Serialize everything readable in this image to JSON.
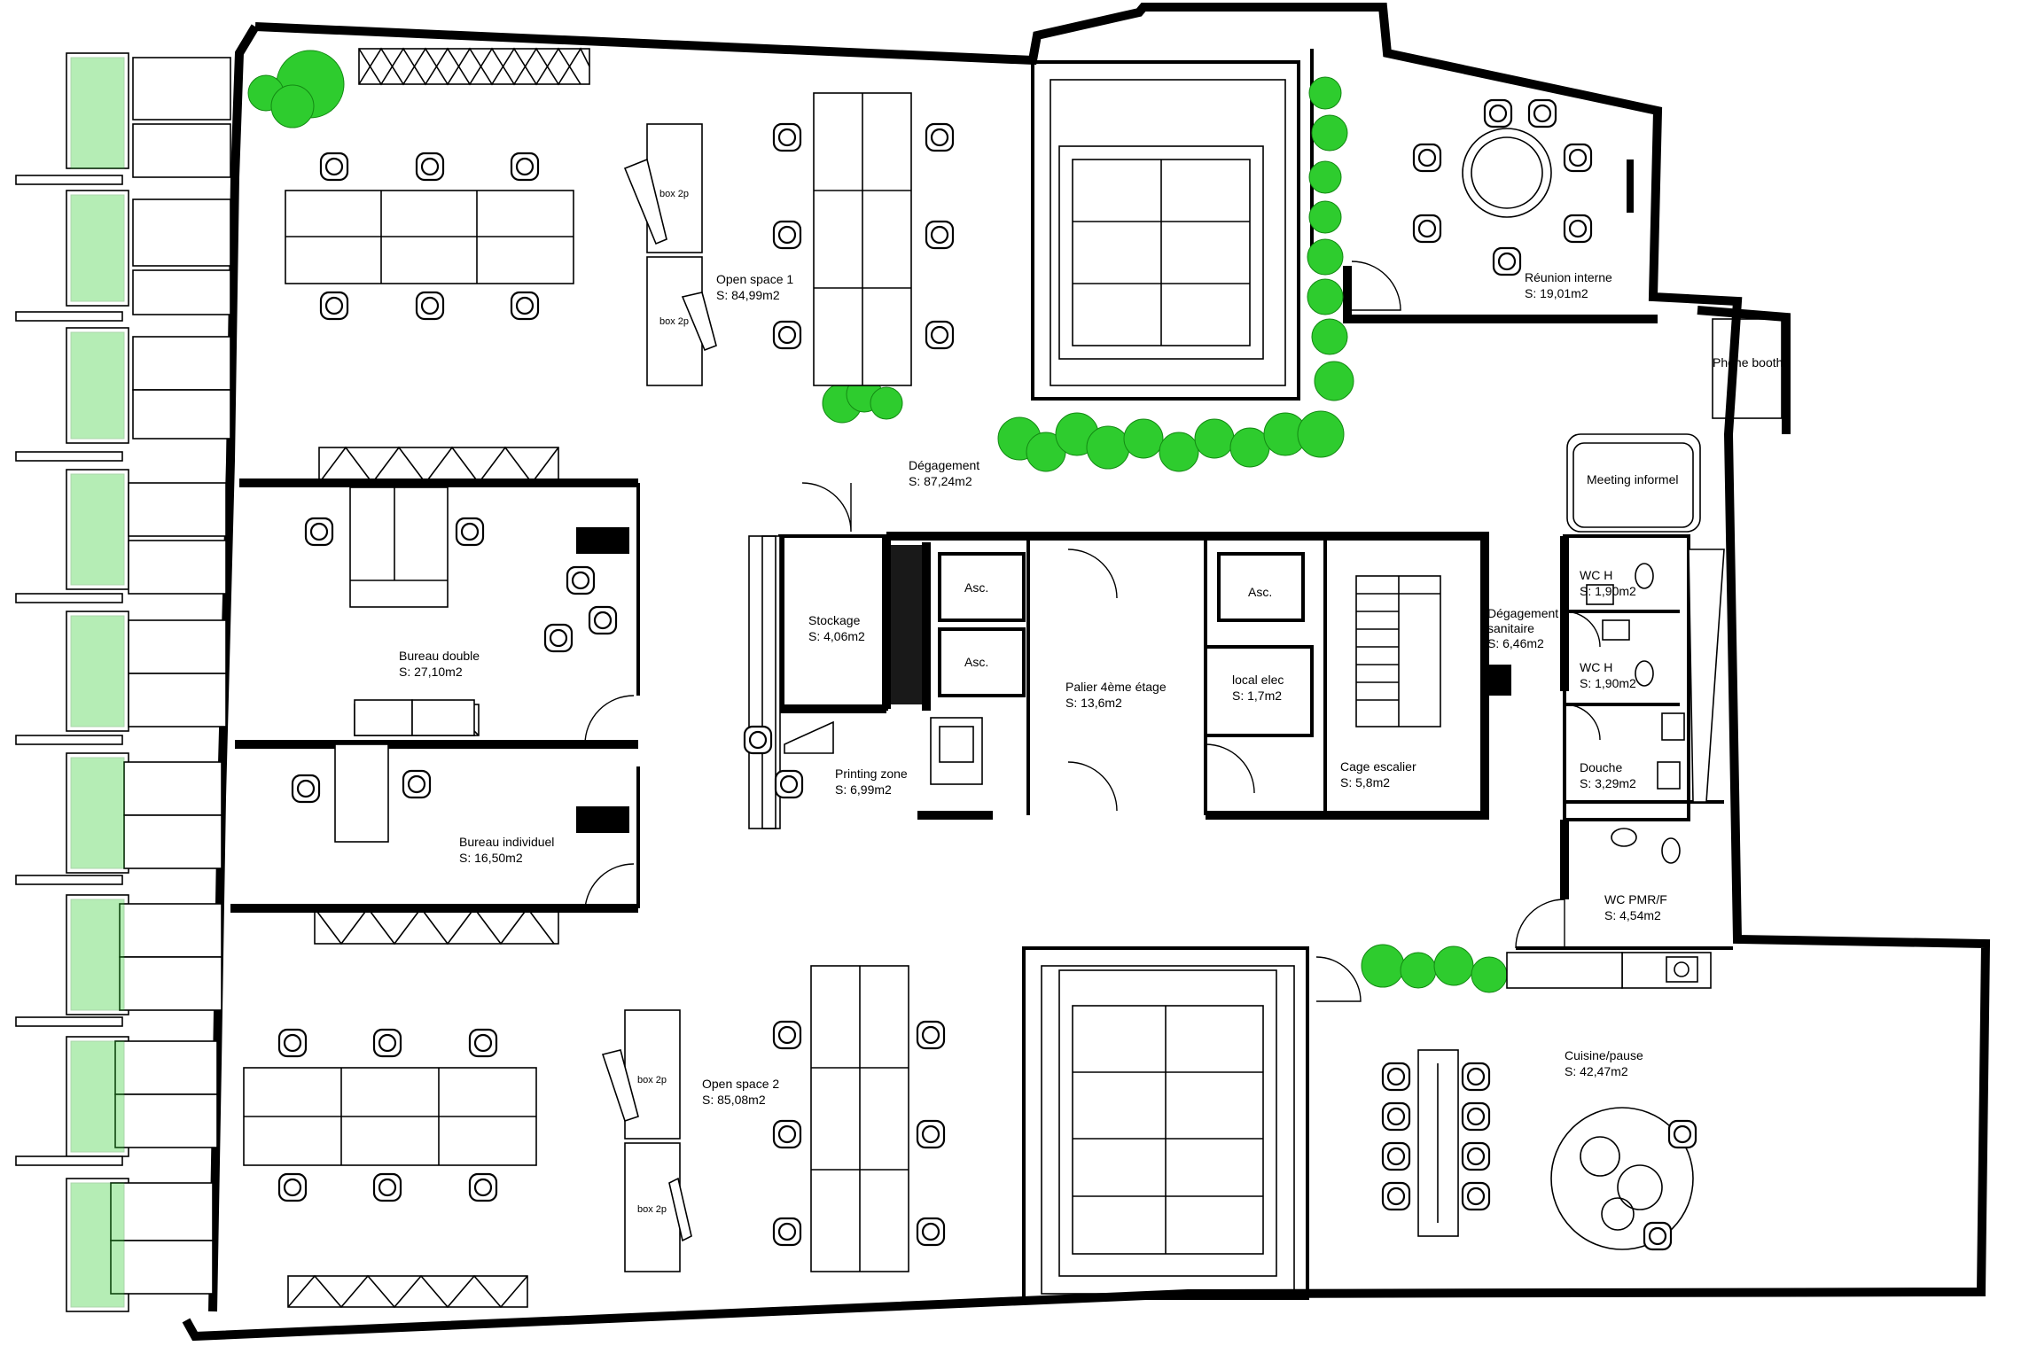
{
  "rooms": {
    "open_space_1": {
      "name": "Open space 1",
      "area": "S: 84,99m2"
    },
    "open_space_2": {
      "name": "Open space 2",
      "area": "S: 85,08m2"
    },
    "degagement": {
      "name": "Dégagement",
      "area": "S: 87,24m2"
    },
    "reunion": {
      "name": "Réunion interne",
      "area": "S: 19,01m2"
    },
    "phone_booth": {
      "name": "Phone booth"
    },
    "meeting_informel": {
      "name": "Meeting informel"
    },
    "bureau_double": {
      "name": "Bureau double",
      "area": "S: 27,10m2"
    },
    "bureau_individuel": {
      "name": "Bureau individuel",
      "area": "S: 16,50m2"
    },
    "stockage": {
      "name": "Stockage",
      "area": "S: 4,06m2"
    },
    "printing": {
      "name": "Printing zone",
      "area": "S: 6,99m2"
    },
    "palier": {
      "name": "Palier 4ème étage",
      "area": "S: 13,6m2"
    },
    "local_elec": {
      "name": "local elec",
      "area": "S: 1,7m2"
    },
    "cage_escalier": {
      "name": "Cage escalier",
      "area": "S: 5,8m2"
    },
    "degagement_sanitaire": {
      "name1": "Dégagement",
      "name2": "sanitaire",
      "area": "S: 6,46m2"
    },
    "wc_h_1": {
      "name": "WC H",
      "area": "S: 1,90m2"
    },
    "wc_h_2": {
      "name": "WC H",
      "area": "S: 1,90m2"
    },
    "douche": {
      "name": "Douche",
      "area": "S: 3,29m2"
    },
    "wc_pmr": {
      "name": "WC PMR/F",
      "area": "S: 4,54m2"
    },
    "cuisine": {
      "name": "Cuisine/pause",
      "area": "S: 42,47m2"
    }
  },
  "labels": {
    "box_2p": "box 2p",
    "asc": "Asc."
  },
  "colors": {
    "plant": "#2ecc2e",
    "wall": "#000000"
  }
}
